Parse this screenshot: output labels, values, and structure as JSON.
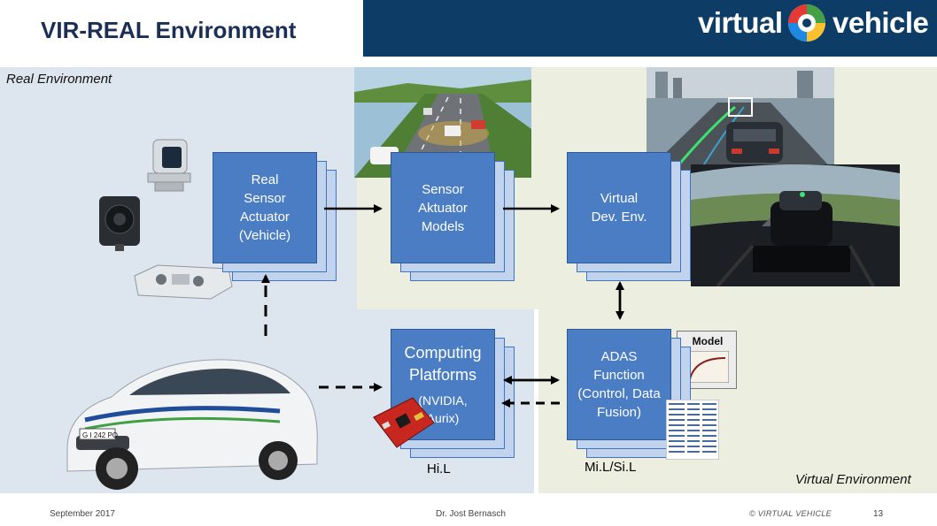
{
  "header": {
    "title": "VIR-REAL Environment",
    "logo_word_left": "virtual",
    "logo_word_right": "vehicle",
    "logo_colors": [
      "#e53935",
      "#43a047",
      "#1e88e5",
      "#fbc02d"
    ],
    "background_color": "#0d3d66"
  },
  "environments": {
    "real_label": "Real Environment",
    "virtual_label": "Virtual Environment"
  },
  "blocks": {
    "real_sensor": "Real\nSensor\nActuator\n(Vehicle)",
    "sensor_models": "Sensor\nAktuator\nModels",
    "virtual_dev_env": "Virtual\nDev. Env.",
    "computing_title": "Computing\nPlatforms",
    "computing_sub": "(NVIDIA,\nAurix)",
    "adas_function": "ADAS\nFunction\n(Control, Data\nFusion)"
  },
  "captions": {
    "hil": "Hi.L",
    "mil_sil": "Mi.L/Si.L"
  },
  "model_card": {
    "label": "Model"
  },
  "vehicle": {
    "plate": "G I 242 PO"
  },
  "footer": {
    "date": "September 2017",
    "author": "Dr. Jost Bernasch",
    "copyright": "© VIRTUAL VEHICLE",
    "page": "13"
  }
}
